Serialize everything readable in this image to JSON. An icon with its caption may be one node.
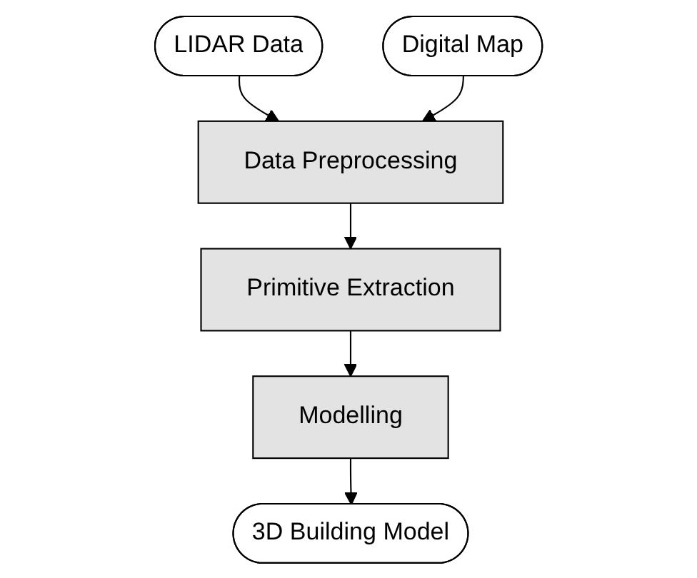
{
  "diagram": {
    "nodes": [
      {
        "text": [
          "LIDAR Data"
        ]
      },
      {
        "text": [
          "Digital Map"
        ]
      },
      {
        "text": [
          "Data Preprocessing"
        ]
      },
      {
        "text": [
          "Primitive Extraction"
        ]
      },
      {
        "text": [
          "Modelling"
        ]
      },
      {
        "text": [
          "3D Building Model"
        ]
      }
    ],
    "edges": [
      {
        "from": 0,
        "to": 2,
        "arrow": "to"
      },
      {
        "from": 1,
        "to": 2,
        "arrow": "to"
      },
      {
        "from": 2,
        "to": 3,
        "arrow": "to"
      },
      {
        "from": 3,
        "to": 4,
        "arrow": "to"
      },
      {
        "from": 4,
        "to": 5,
        "arrow": "to"
      }
    ]
  }
}
